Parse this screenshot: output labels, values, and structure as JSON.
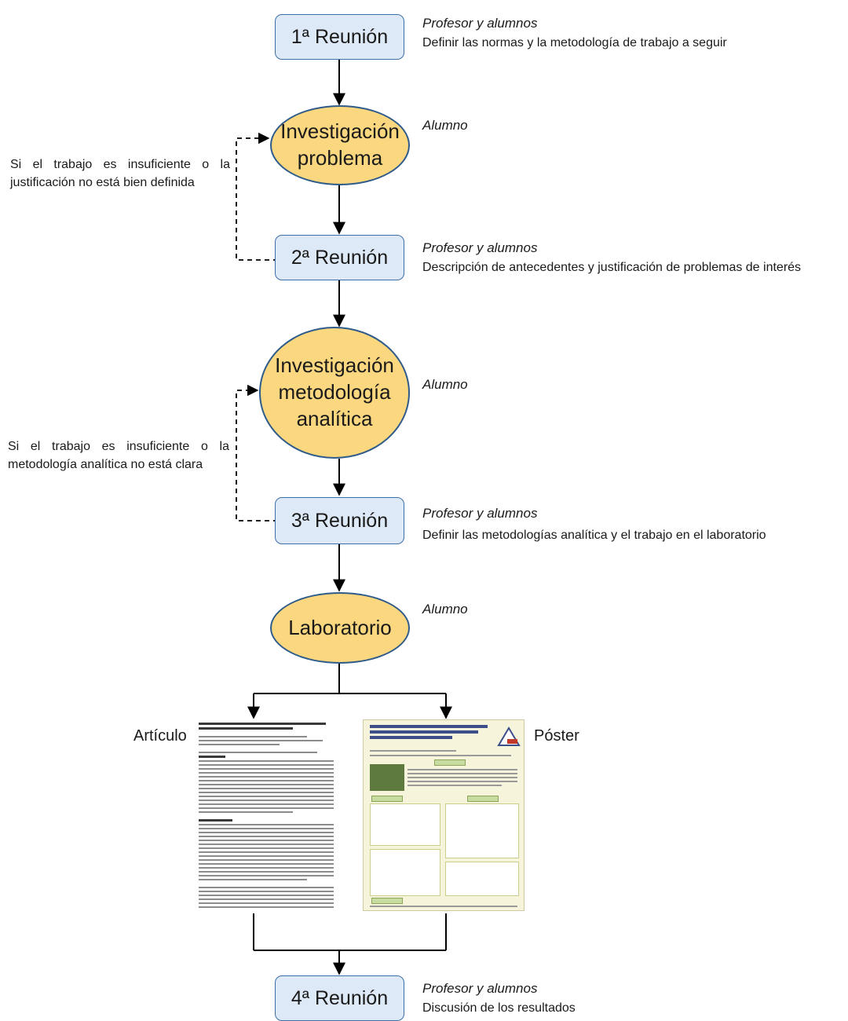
{
  "steps": {
    "meeting1": {
      "label": "1ª Reunión",
      "role": "Profesor y alumnos",
      "description": "Definir las normas y la metodología de trabajo a seguir"
    },
    "research_problem": {
      "label": "Investigación\nproblema",
      "role": "Alumno"
    },
    "meeting2": {
      "label": "2ª Reunión",
      "role": "Profesor y alumnos",
      "description": "Descripción de antecedentes y justificación de problemas de interés"
    },
    "research_method": {
      "label": "Investigación\nmetodología\nanalítica",
      "role": "Alumno"
    },
    "meeting3": {
      "label": "3ª Reunión",
      "role": "Profesor y alumnos",
      "description": "Definir las metodologías analítica y el trabajo en el laboratorio"
    },
    "laboratory": {
      "label": "Laboratorio",
      "role": "Alumno"
    },
    "meeting4": {
      "label": "4ª Reunión",
      "role": "Profesor y alumnos",
      "description": "Discusión de los resultados"
    }
  },
  "feedback": {
    "loop1": "Si el trabajo es insuficiente o la justificación no está bien definida",
    "loop2": "Si el trabajo es insuficiente o la metodología analítica no está clara"
  },
  "outputs": {
    "article": "Artículo",
    "poster": "Póster"
  },
  "colors": {
    "box_fill": "#dde9f6",
    "box_border": "#3d6fa8",
    "oval_fill": "#fbd77f",
    "oval_border": "#2f5b8a",
    "connector": "#000000"
  }
}
